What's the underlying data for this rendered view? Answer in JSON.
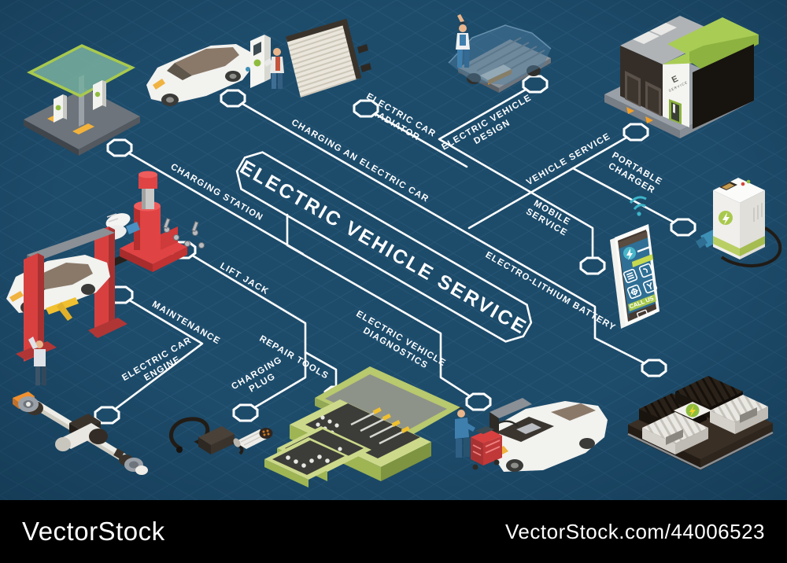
{
  "flowchart": {
    "title": "ELECTRIC VEHICLE SERVICE",
    "labels": {
      "charging_station": "CHARGING STATION",
      "charging_an_electric_car": "CHARGING AN ELECTRIC CAR",
      "electric_car_radiator_1": "ELECTRIC CAR",
      "electric_car_radiator_2": "RADIATOR",
      "electric_vehicle_design_1": "ELECTRIC VEHICLE",
      "electric_vehicle_design_2": "DESIGN",
      "vehicle_service": "VEHICLE SERVICE",
      "portable_charger_1": "PORTABLE",
      "portable_charger_2": "CHARGER",
      "mobile_service_1": "MOBILE",
      "mobile_service_2": "SERVICE",
      "electro_lithium_battery": "ELECTRO-LITHIUM BATTERY",
      "lift_jack": "LIFT JACK",
      "maintenance": "MAINTENANCE",
      "electric_car_engine_1": "ELECTRIC CAR",
      "electric_car_engine_2": "ENGINE",
      "charging_plug_1": "CHARGING",
      "charging_plug_2": "PLUG",
      "repair_tools": "REPAIR TOOLS",
      "electric_vehicle_diagnostics_1": "ELECTRIC VEHICLE",
      "electric_vehicle_diagnostics_2": "DIAGNOSTICS"
    }
  },
  "illustration": {
    "building_sign_top": "E",
    "building_sign_bottom": "SERVICE",
    "phone_button": "CALL US"
  },
  "watermark": {
    "brand": "VectorStock",
    "url": "VectorStock.com/44006523"
  },
  "colors": {
    "background": "#1d4b6a",
    "grid": "#2e5d7d",
    "line": "#ffffff",
    "accent_green": "#a9c94e",
    "accent_red": "#d84040",
    "accent_yellow": "#f0b340",
    "accent_blue": "#3f7fae",
    "watermark_bar": "#000000"
  }
}
